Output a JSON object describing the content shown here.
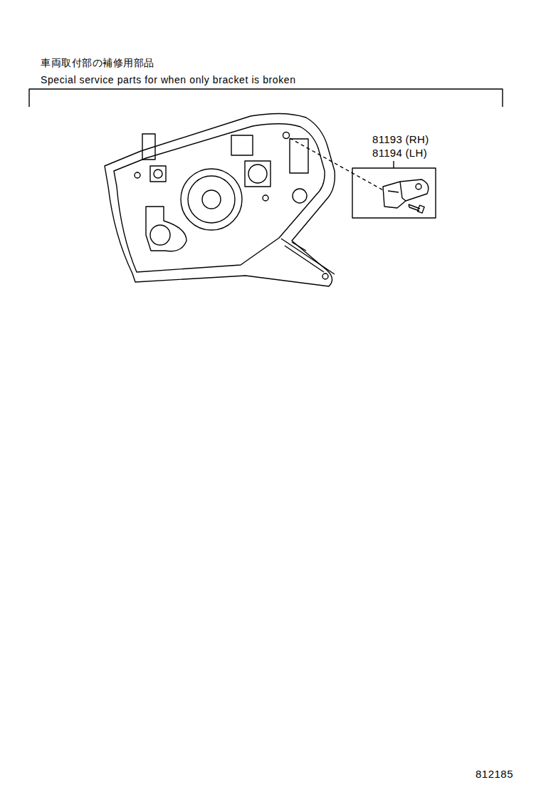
{
  "diagram": {
    "labels": [
      "車両取付部の補修用部品",
      "Special service parts for when only bracket is broken",
      "81193 (RH)",
      "81194 (LH)",
      "812185"
    ]
  }
}
